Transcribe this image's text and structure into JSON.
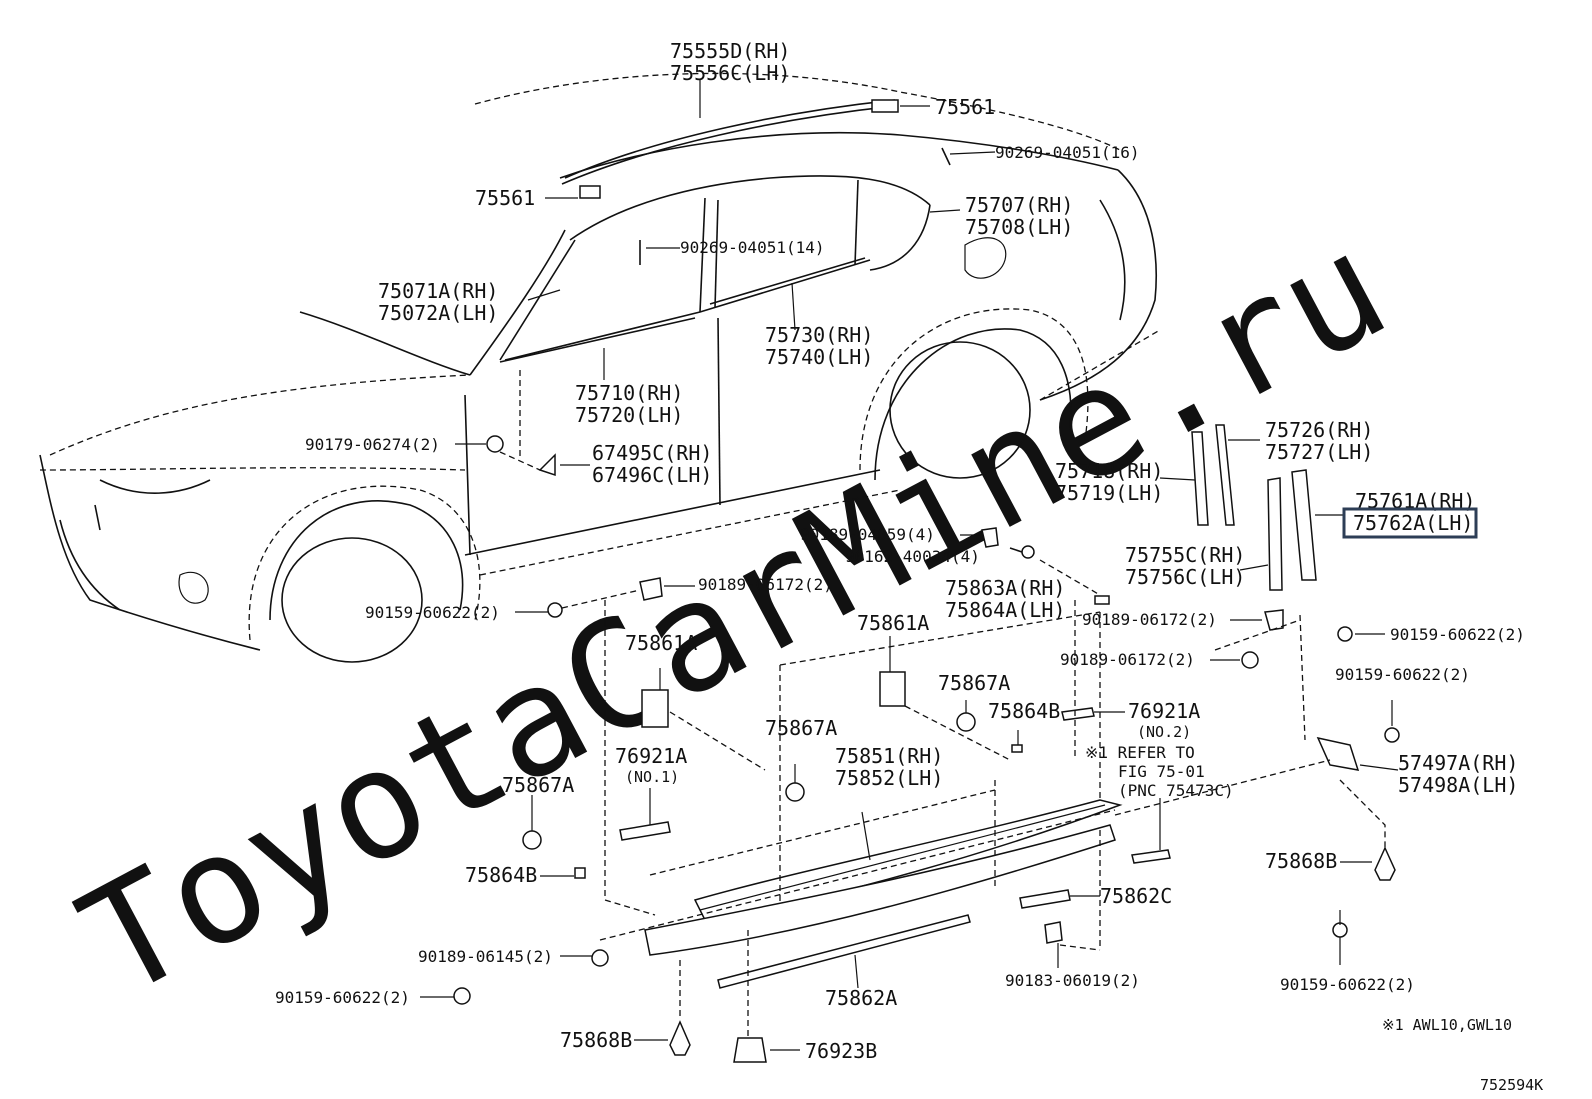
{
  "watermark": "ToyotaCarMine.ru",
  "diagram_code": "752594K",
  "footnote": "※1 AWL10,GWL10",
  "labels": {
    "l_75555D": "75555D(RH)",
    "l_75556C": "75556C(LH)",
    "l_75561_top": "75561",
    "l_90269_16": "90269-04051(16)",
    "l_75561_left": "75561",
    "l_75707": "75707(RH)",
    "l_75708": "75708(LH)",
    "l_90269_14": "90269-04051(14)",
    "l_75071A": "75071A(RH)",
    "l_75072A": "75072A(LH)",
    "l_75730": "75730(RH)",
    "l_75740": "75740(LH)",
    "l_75710": "75710(RH)",
    "l_75720": "75720(LH)",
    "l_90179": "90179-06274(2)",
    "l_67495C": "67495C(RH)",
    "l_67496C": "67496C(LH)",
    "l_75726": "75726(RH)",
    "l_75727": "75727(LH)",
    "l_75718": "75718(RH)",
    "l_75719": "75719(LH)",
    "l_75761A": "75761A(RH)",
    "l_75762A": "75762A(LH)",
    "l_90189_04059": "90189-04059(4)",
    "l_90162": "90162-40034(4)",
    "l_75755C": "75755C(RH)",
    "l_75756C": "75756C(LH)",
    "l_90189_06172_a": "90189-06172(2)",
    "l_75863A": "75863A(RH)",
    "l_75864A": "75864A(LH)",
    "l_90159_a": "90159-60622(2)",
    "l_90189_06172_b": "90189-06172(2)",
    "l_90159_b": "90159-60622(2)",
    "l_90189_06172_c": "90189-06172(2)",
    "l_90159_c": "90159-60622(2)",
    "l_75861A_left": "75861A",
    "l_75861A_mid": "75861A",
    "l_75867A_right": "75867A",
    "l_75864B_right": "75864B",
    "l_76921A_no2": "76921A",
    "l_no2": "(NO.2)",
    "l_refer1": "※1 REFER TO",
    "l_refer2": "FIG 75-01",
    "l_refer3": "(PNC 75473C)",
    "l_57497A": "57497A(RH)",
    "l_57498A": "57498A(LH)",
    "l_75867A_mid": "75867A",
    "l_75851": "75851(RH)",
    "l_75852": "75852(LH)",
    "l_76921A_no1": "76921A",
    "l_no1": "(NO.1)",
    "l_75867A_left": "75867A",
    "l_75864B_left": "75864B",
    "l_75868B_right": "75868B",
    "l_75862C": "75862C",
    "l_90189_06145": "90189-06145(2)",
    "l_90159_d": "90159-60622(2)",
    "l_90183": "90183-06019(2)",
    "l_75862A": "75862A",
    "l_90159_e": "90159-60622(2)",
    "l_75868B_left": "75868B",
    "l_76923B": "76923B"
  }
}
